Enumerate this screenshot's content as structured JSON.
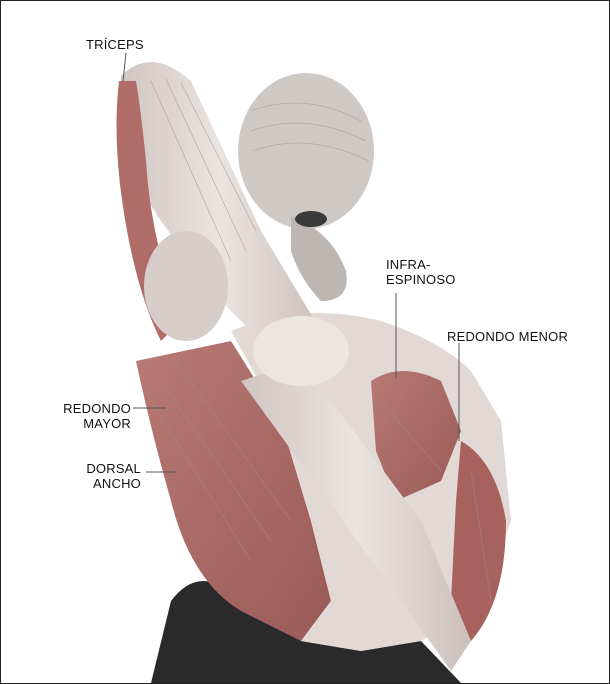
{
  "labels": {
    "triceps": "TRÍCEPS",
    "infraespinoso": [
      "INFRA-",
      "ESPINOSO"
    ],
    "redondo_menor": "REDONDO MENOR",
    "redondo_mayor": [
      "REDONDO",
      "MAYOR"
    ],
    "dorsal_ancho": [
      "DORSAL",
      "ANCHO"
    ]
  },
  "colors": {
    "muscle_red": "#a8625e",
    "muscle_light": "#d9cfcc",
    "skin_light": "#ece6e3",
    "hair": "#c9c4c2",
    "garment": "#2a2a2a",
    "leader": "#555555"
  }
}
